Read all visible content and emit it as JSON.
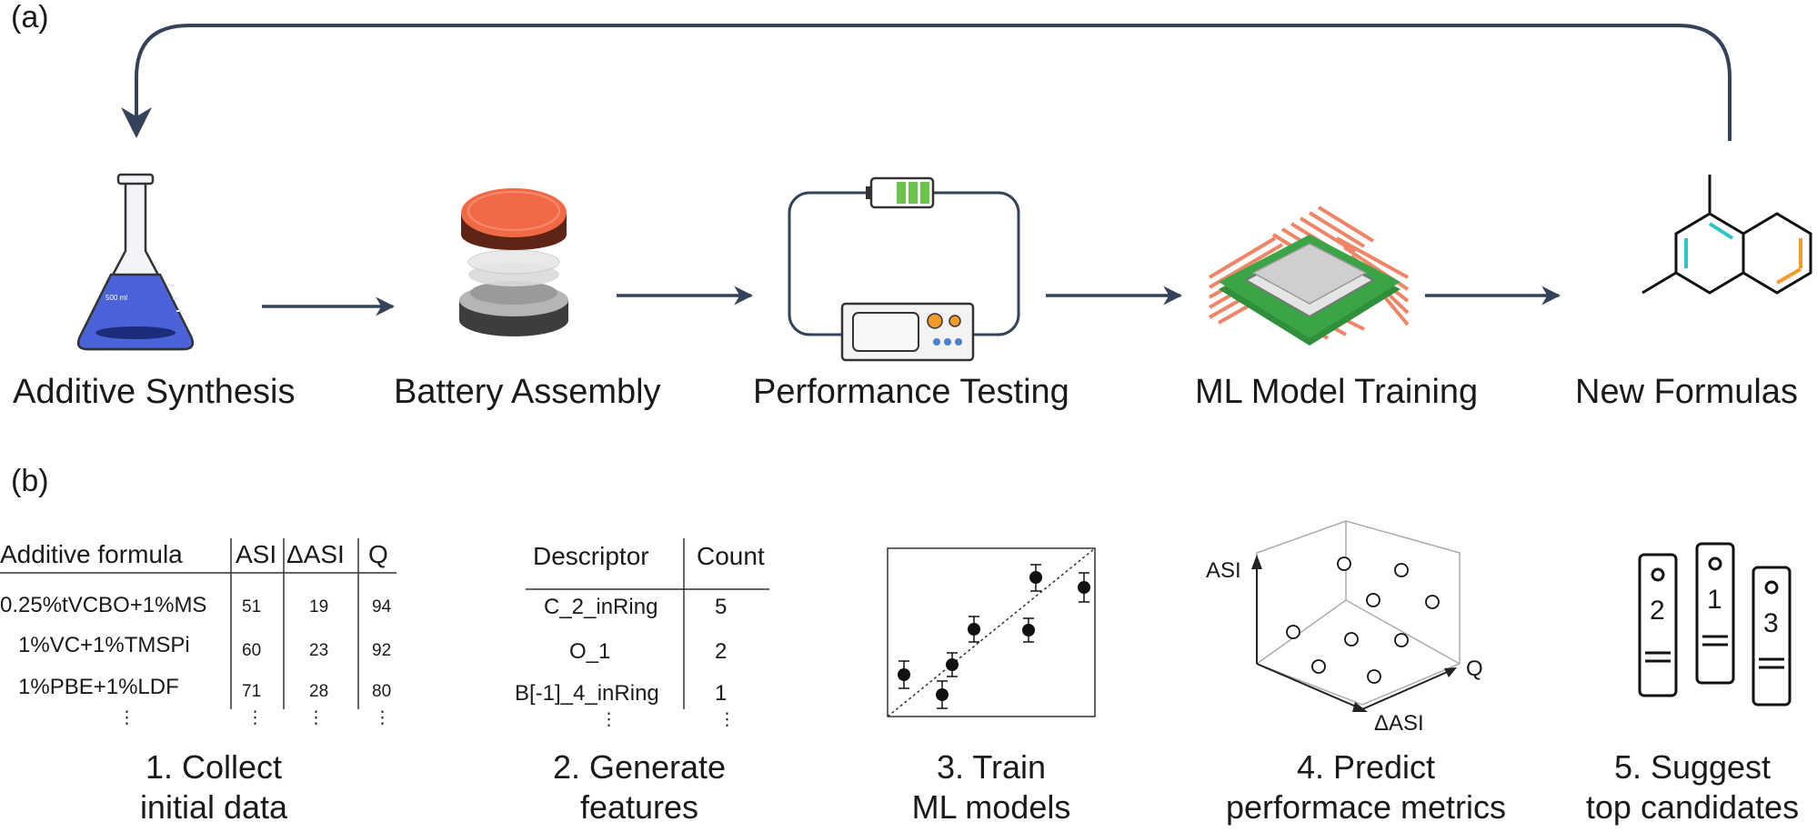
{
  "panel_a": {
    "label": "(a)",
    "stages": [
      {
        "label": "Additive Synthesis",
        "icon": "flask-icon"
      },
      {
        "label": "Battery Assembly",
        "icon": "coin-cell-icon"
      },
      {
        "label": "Performance Testing",
        "icon": "battery-tester-icon"
      },
      {
        "label": "ML Model Training",
        "icon": "processor-chip-icon"
      },
      {
        "label": "New Formulas",
        "icon": "molecule-icon"
      }
    ]
  },
  "panel_b": {
    "label": "(b)",
    "steps": [
      {
        "line1": "1. Collect",
        "line2": "initial data"
      },
      {
        "line1": "2. Generate",
        "line2": "features"
      },
      {
        "line1": "3. Train",
        "line2": "ML models"
      },
      {
        "line1": "4. Predict",
        "line2": "performace metrics"
      },
      {
        "line1": "5. Suggest",
        "line2": "top candidates"
      }
    ],
    "data_table": {
      "headers": [
        "Additive formula",
        "ASI",
        "ΔASI",
        "Q"
      ],
      "rows": [
        [
          "0.25%tVCBO+1%MS",
          "51",
          "19",
          "94"
        ],
        [
          "1%VC+1%TMSPi",
          "60",
          "23",
          "92"
        ],
        [
          "1%PBE+1%LDF",
          "71",
          "28",
          "80"
        ]
      ],
      "ellipsis": "⋮"
    },
    "feature_table": {
      "headers": [
        "Descriptor",
        "Count"
      ],
      "rows": [
        [
          "C_2_inRing",
          "5"
        ],
        [
          "O_1",
          "2"
        ],
        [
          "B[-1]_4_inRing",
          "1"
        ]
      ],
      "ellipsis": "⋮"
    },
    "predict_axes": {
      "y": "ASI",
      "x": "ΔASI",
      "z": "Q"
    },
    "candidates": [
      "2",
      "1",
      "3"
    ]
  },
  "colors": {
    "arrow": "#34425a",
    "flask_liquid": "#4a63d9",
    "coin_top": "#f26a45",
    "coin_rim": "#6b2a17",
    "battery_green": "#6cc24a",
    "chip_green": "#2f8f3a",
    "chip_pins": "#f08466",
    "molecule_cyan": "#2fc3c8",
    "molecule_orange": "#f29a2a"
  }
}
